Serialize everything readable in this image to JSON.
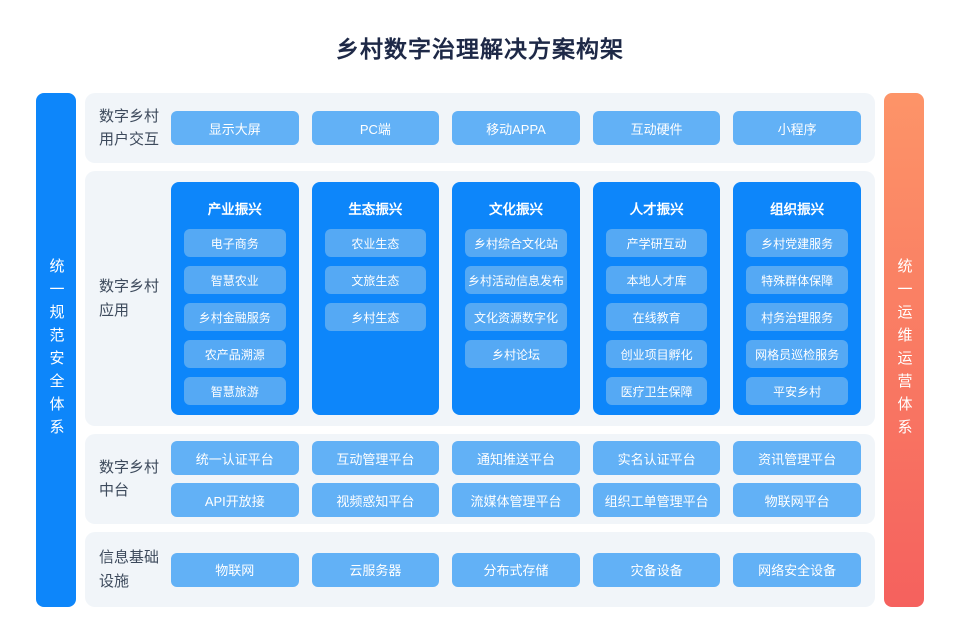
{
  "page": {
    "title": "乡村数字治理解决方案构架"
  },
  "colors": {
    "primary_blue": "#0d86fa",
    "button_blue": "#62b1f6",
    "inner_button_blue": "#55a9f4",
    "row_background": "#f1f5f9",
    "title_text": "#1e2947",
    "label_text": "#3d4a5c",
    "right_bar_gradient_top": "#fd9468",
    "right_bar_gradient_bottom": "#f5615e"
  },
  "left_bar": {
    "label": "统一规范安全体系"
  },
  "right_bar": {
    "label": "统一运维运营体系"
  },
  "rows": [
    {
      "label_line1": "数字乡村",
      "label_line2": "用户交互",
      "buttons": [
        "显示大屏",
        "PC端",
        "移动APPA",
        "互动硬件",
        "小程序"
      ]
    },
    {
      "label_line1": "数字乡村",
      "label_line2": "应用",
      "columns": [
        {
          "title": "产业振兴",
          "items": [
            "电子商务",
            "智慧农业",
            "乡村金融服务",
            "农产品溯源",
            "智慧旅游"
          ]
        },
        {
          "title": "生态振兴",
          "items": [
            "农业生态",
            "文旅生态",
            "乡村生态"
          ]
        },
        {
          "title": "文化振兴",
          "items": [
            "乡村综合文化站",
            "乡村活动信息发布",
            "文化资源数字化",
            "乡村论坛"
          ]
        },
        {
          "title": "人才振兴",
          "items": [
            "产学研互动",
            "本地人才库",
            "在线教育",
            "创业项目孵化",
            "医疗卫生保障"
          ]
        },
        {
          "title": "组织振兴",
          "items": [
            "乡村党建服务",
            "特殊群体保障",
            "村务治理服务",
            "网格员巡检服务",
            "平安乡村"
          ]
        }
      ]
    },
    {
      "label_line1": "数字乡村",
      "label_line2": "中台",
      "button_rows": [
        [
          "统一认证平台",
          "互动管理平台",
          "通知推送平台",
          "实名认证平台",
          "资讯管理平台"
        ],
        [
          "API开放接",
          "视频惑知平台",
          "流媒体管理平台",
          "组织工单管理平台",
          "物联网平台"
        ]
      ]
    },
    {
      "label_line1": "信息基础",
      "label_line2": "设施",
      "buttons": [
        "物联网",
        "云服务器",
        "分布式存储",
        "灾备设备",
        "网络安全设备"
      ]
    }
  ]
}
